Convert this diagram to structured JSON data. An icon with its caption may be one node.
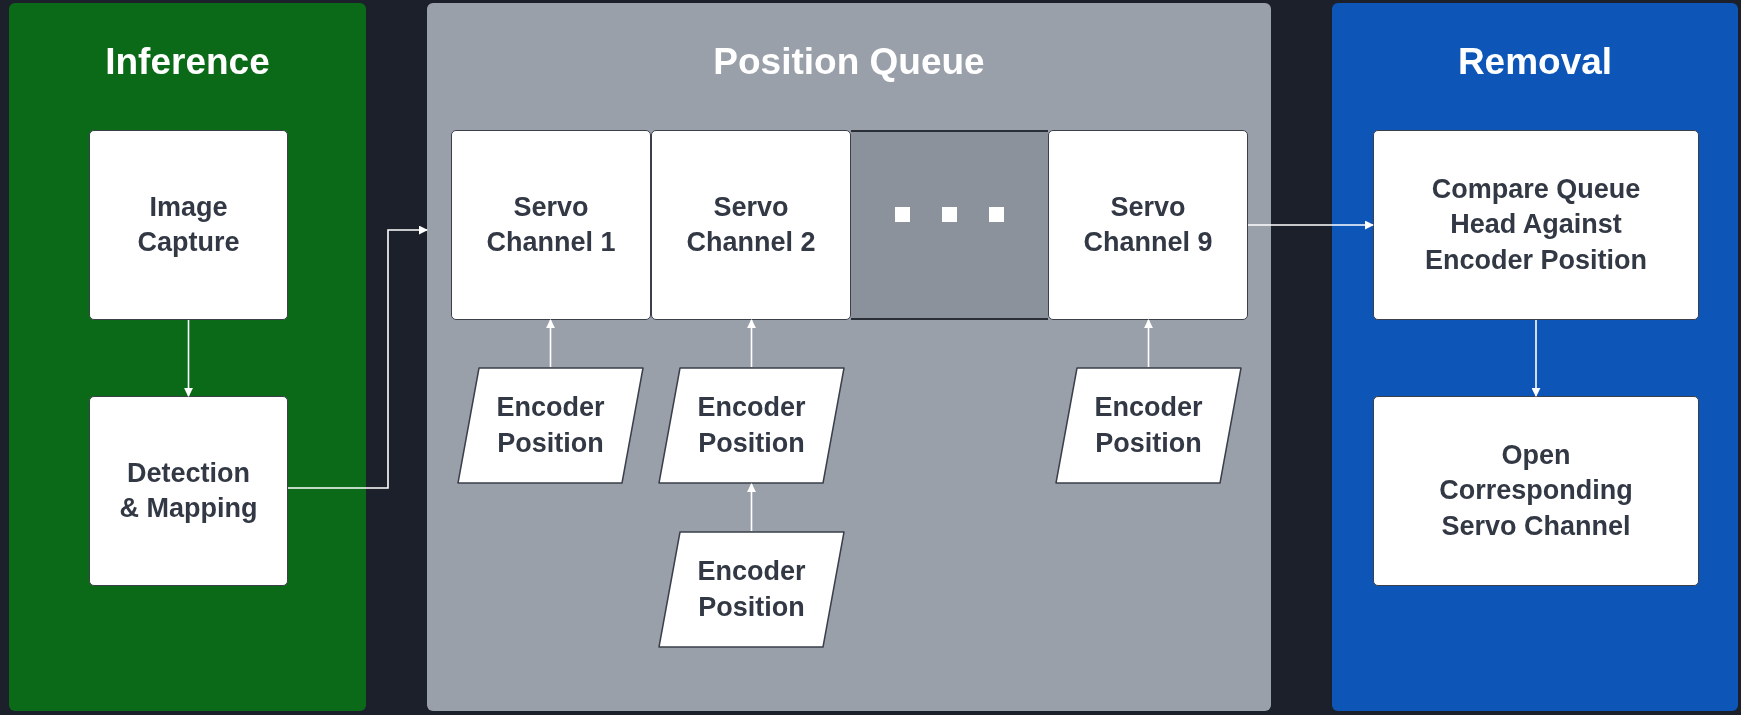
{
  "diagram": {
    "nodes": [
      {
        "text": [
          "Inference"
        ]
      },
      {
        "text": [
          "Image Capture"
        ],
        "in": 0
      },
      {
        "text": [
          "Detection & Mapping"
        ],
        "in": 0
      },
      {
        "text": [
          "Position Queue"
        ]
      },
      {
        "text": [
          "Servo Channel 1"
        ],
        "in": 3
      },
      {
        "text": [
          "Servo Channel 2"
        ],
        "in": 3
      },
      {
        "text": [],
        "shape": "box",
        "in": 3
      },
      {
        "text": [
          "Servo Channel 9"
        ],
        "in": 3
      },
      {
        "text": [
          "Encoder Position"
        ],
        "in": 3
      },
      {
        "text": [
          "Encoder Position"
        ],
        "in": 3
      },
      {
        "text": [
          "Encoder Position"
        ],
        "in": 3
      },
      {
        "text": [
          "Encoder Position"
        ],
        "in": 3
      },
      {
        "text": [
          "Removal"
        ]
      },
      {
        "text": [
          "Compare Queue Head Against Encoder Position"
        ],
        "in": 12
      },
      {
        "text": [
          "Open Corresponding Servo Channel"
        ],
        "in": 12
      }
    ],
    "edges": [
      {
        "from": 1,
        "to": 2,
        "arrow": "to"
      },
      {
        "from": 2,
        "to": 3,
        "arrow": "to"
      },
      {
        "from": 7,
        "to": 13,
        "arrow": "to"
      },
      {
        "from": 8,
        "to": 4,
        "arrow": "to"
      },
      {
        "from": 9,
        "to": 5,
        "arrow": "to"
      },
      {
        "from": 10,
        "to": 7,
        "arrow": "to"
      },
      {
        "from": 11,
        "to": 9,
        "arrow": "to"
      },
      {
        "from": 13,
        "to": 14,
        "arrow": "to"
      }
    ]
  }
}
